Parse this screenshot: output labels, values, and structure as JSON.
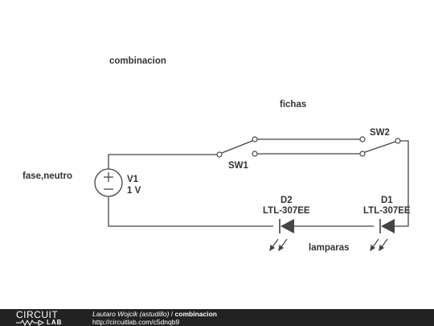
{
  "diagram": {
    "title": "combinacion",
    "wires_label": "fichas",
    "source_label": "fase,neutro",
    "source": {
      "name": "V1",
      "value": "1 V"
    },
    "switches": [
      {
        "name": "SW1"
      },
      {
        "name": "SW2"
      }
    ],
    "leds": [
      {
        "name": "D2",
        "part": "LTL-307EE"
      },
      {
        "name": "D1",
        "part": "LTL-307EE"
      }
    ],
    "lamps_label": "lamparas"
  },
  "footer": {
    "logo_top": "CIRCUIT",
    "logo_bottom": "LAB",
    "author": "Lautaro Wojcik (astudillo)",
    "separator": " / ",
    "title": "combinacion",
    "url": "http://circuitlab.com/c5dnqb9"
  },
  "colors": {
    "wire": "#444444",
    "text": "#333333",
    "footer_bg": "#222222"
  }
}
